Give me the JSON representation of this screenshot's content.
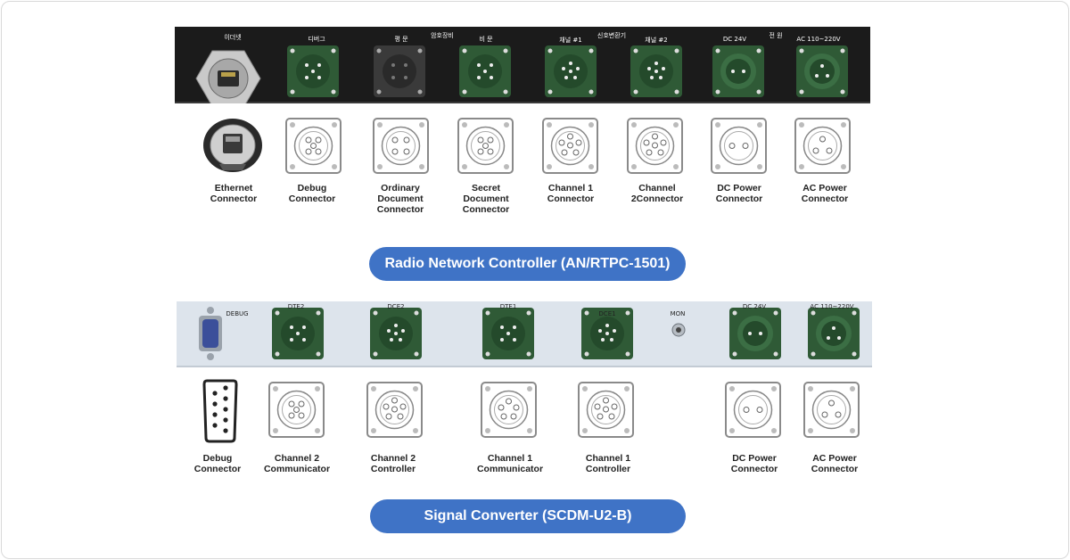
{
  "colors": {
    "accent": "#3f73c6",
    "panel_dark": "#1b1b1b",
    "panel_light": "#dde4ec",
    "connector_green": "#2f5a36"
  },
  "radio_network_controller": {
    "title": "Radio Network Controller (AN/RTPC-1501)",
    "panel_labels": [
      "이더넷",
      "디버그",
      "평 문",
      "암호장비",
      "비 문",
      "채널 #1",
      "신호변환기",
      "채널 #2",
      "DC 24V",
      "전 원",
      "AC 110~220V"
    ],
    "connectors": [
      {
        "caption": "Ethernet\nConnector",
        "icon": "rj45-connector-icon"
      },
      {
        "caption": "Debug\nConnector",
        "icon": "circular-5pin-connector-icon"
      },
      {
        "caption": "Ordinary\nDocument\nConnector",
        "icon": "circular-4pin-connector-icon"
      },
      {
        "caption": "Secret\nDocument\nConnector",
        "icon": "circular-5pin-connector-icon"
      },
      {
        "caption": "Channel 1\nConnector",
        "icon": "circular-6pin-connector-icon"
      },
      {
        "caption": "Channel\n2Connector",
        "icon": "circular-6pin-connector-icon"
      },
      {
        "caption": "DC Power\nConnector",
        "icon": "circular-2pin-connector-icon"
      },
      {
        "caption": "AC Power\nConnector",
        "icon": "circular-3pin-connector-icon"
      }
    ]
  },
  "signal_converter": {
    "title": "Signal Converter (SCDM-U2-B)",
    "panel_labels": [
      "DEBUG",
      "DTE2",
      "DCE2",
      "DTE1",
      "DCE1",
      "MON",
      "DC 24V",
      "AC 110~220V"
    ],
    "connectors": [
      {
        "caption": "Debug\nConnector",
        "icon": "db9-connector-icon"
      },
      {
        "caption": "Channel 2\nCommunicator",
        "icon": "circular-5pin-connector-icon"
      },
      {
        "caption": "Channel 2\nController",
        "icon": "circular-6pin-connector-icon"
      },
      {
        "caption": "Channel 1\nCommunicator",
        "icon": "circular-5pin-connector-icon"
      },
      {
        "caption": "Channel 1\nController",
        "icon": "circular-6pin-connector-icon"
      },
      {
        "caption": "DC Power\nConnector",
        "icon": "circular-2pin-connector-icon"
      },
      {
        "caption": "AC Power\nConnector",
        "icon": "circular-3pin-connector-icon"
      }
    ]
  }
}
